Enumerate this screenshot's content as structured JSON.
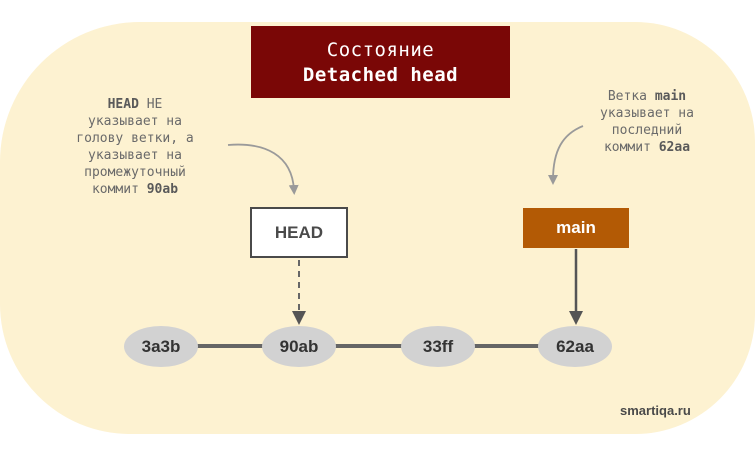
{
  "title": {
    "line1": "Состояние",
    "line2": "Detached head"
  },
  "notes": {
    "left": {
      "line1_bold": "HEAD",
      "line1_rest": " НЕ",
      "line2": "указывает на",
      "line3": "голову ветки, а",
      "line4": "указывает на",
      "line5": "промежуточный",
      "line6_rest": "коммит ",
      "line6_bold": "90ab"
    },
    "right": {
      "line1_rest": "Ветка ",
      "line1_bold": "main",
      "line2": "указывает на",
      "line3": "последний",
      "line4_rest": "коммит ",
      "line4_bold": "62aa"
    }
  },
  "pointers": {
    "head": "HEAD",
    "main": "main"
  },
  "commits": [
    "3a3b",
    "90ab",
    "33ff",
    "62aa"
  ],
  "watermark": "smartiqa.ru",
  "colors": {
    "background": "#fdf2d1",
    "title_bg": "#7a0706",
    "main_bg": "#b35a05",
    "commit_bg": "#d2d2d2",
    "line": "#666666"
  }
}
